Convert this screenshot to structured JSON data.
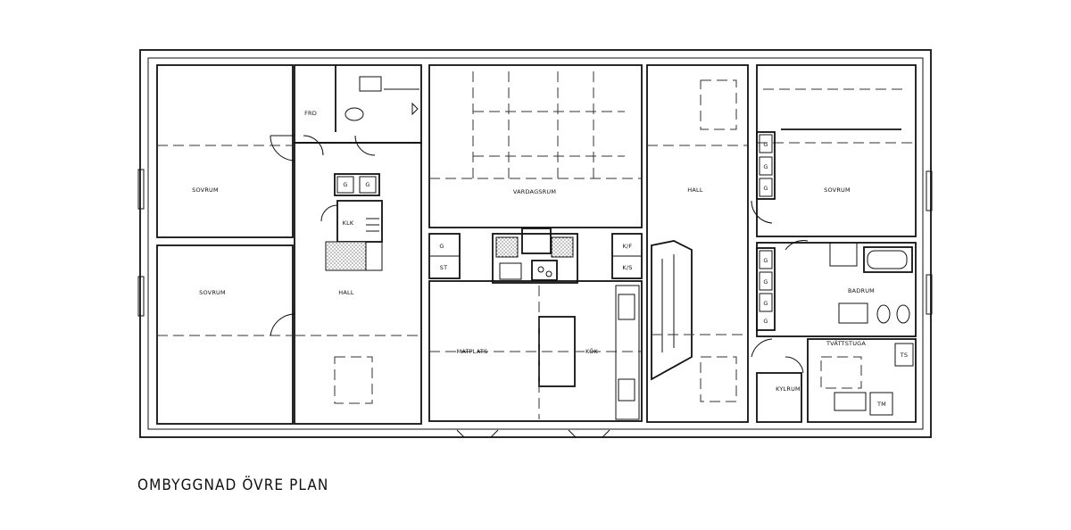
{
  "caption": "OMBYGGNAD ÖVRE PLAN",
  "rooms": {
    "sovrum_nw": "SOVRUM",
    "sovrum_sw": "SOVRUM",
    "frd": "FRD",
    "klk": "KLK",
    "hall_west": "HALL",
    "vardagsrum": "VARDAGSRUM",
    "matplats": "MATPLATS",
    "kok": "KÖK",
    "hall_east": "HALL",
    "sovrum_east": "SOVRUM",
    "badrum": "BADRUM",
    "tvattstuga": "TVÄTTSTUGA",
    "kylrum": "KYLRUM"
  },
  "fixtures": {
    "g": "G",
    "st": "ST",
    "kf": "K/F",
    "ks": "K/S",
    "ts": "TS",
    "tm": "TM"
  }
}
